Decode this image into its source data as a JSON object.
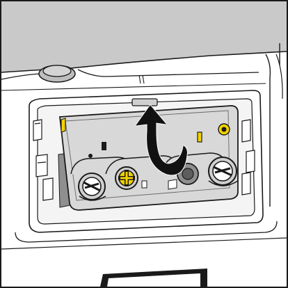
{
  "figure": {
    "subject": "lamp-cover-removal",
    "action_arrow": "rotate-up-arrow",
    "colors": {
      "outline": "#1a1a1a",
      "housing_top": "#c9c9c9",
      "cover_plate": "#d8d8d8",
      "shadow": "#8f8f8f",
      "screw_accent": "#f2d200",
      "arrow_fill": "#111111",
      "background": "#ffffff"
    },
    "screws": [
      {
        "name": "left-screw",
        "accent": false
      },
      {
        "name": "center-screw",
        "accent": true
      },
      {
        "name": "right-screw",
        "accent": false
      },
      {
        "name": "top-right-screw",
        "accent": true
      },
      {
        "name": "top-left-screw",
        "accent": true
      }
    ]
  }
}
